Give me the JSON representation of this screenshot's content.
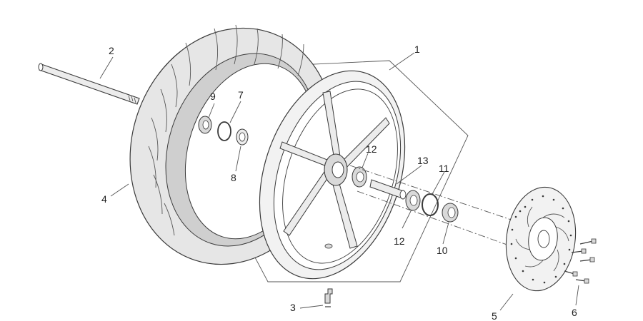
{
  "diagram": {
    "callouts": [
      {
        "id": "1",
        "text": "1"
      },
      {
        "id": "2",
        "text": "2"
      },
      {
        "id": "3",
        "text": "3"
      },
      {
        "id": "4",
        "text": "4"
      },
      {
        "id": "5",
        "text": "5"
      },
      {
        "id": "6",
        "text": "6"
      },
      {
        "id": "7",
        "text": "7"
      },
      {
        "id": "8",
        "text": "8"
      },
      {
        "id": "9",
        "text": "9"
      },
      {
        "id": "10",
        "text": "10"
      },
      {
        "id": "11",
        "text": "11"
      },
      {
        "id": "12a",
        "text": "12"
      },
      {
        "id": "12b",
        "text": "12"
      },
      {
        "id": "13",
        "text": "13"
      }
    ],
    "colors": {
      "line": "#3a3a3a",
      "tire_fill": "#e6e6e6",
      "tire_inner": "#cfcfcf",
      "rim_fill": "#f2f2f2",
      "metal": "#d9d9d9",
      "label": "#222222"
    }
  }
}
